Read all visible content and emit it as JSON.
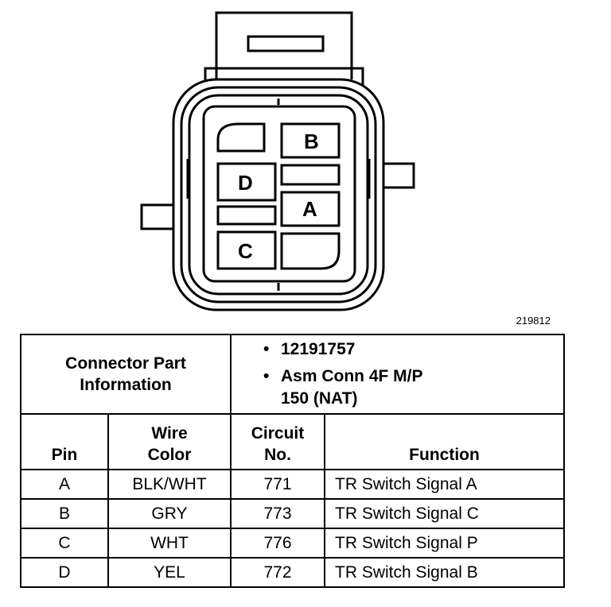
{
  "reference_number": "219812",
  "connector_pins": {
    "a": "A",
    "b": "B",
    "c": "C",
    "d": "D"
  },
  "part_info": {
    "label_line1": "Connector Part",
    "label_line2": "Information",
    "part_number": "12191757",
    "description_line1": "Asm Conn 4F M/P",
    "description_line2": "150 (NAT)"
  },
  "columns": {
    "pin": "Pin",
    "wire_color_line1": "Wire",
    "wire_color_line2": "Color",
    "circuit_line1": "Circuit",
    "circuit_line2": "No.",
    "function": "Function"
  },
  "rows": [
    {
      "pin": "A",
      "wire_color": "BLK/WHT",
      "circuit": "771",
      "function": "TR Switch Signal A"
    },
    {
      "pin": "B",
      "wire_color": "GRY",
      "circuit": "773",
      "function": "TR Switch Signal C"
    },
    {
      "pin": "C",
      "wire_color": "WHT",
      "circuit": "776",
      "function": "TR Switch Signal P"
    },
    {
      "pin": "D",
      "wire_color": "YEL",
      "circuit": "772",
      "function": "TR Switch Signal B"
    }
  ]
}
